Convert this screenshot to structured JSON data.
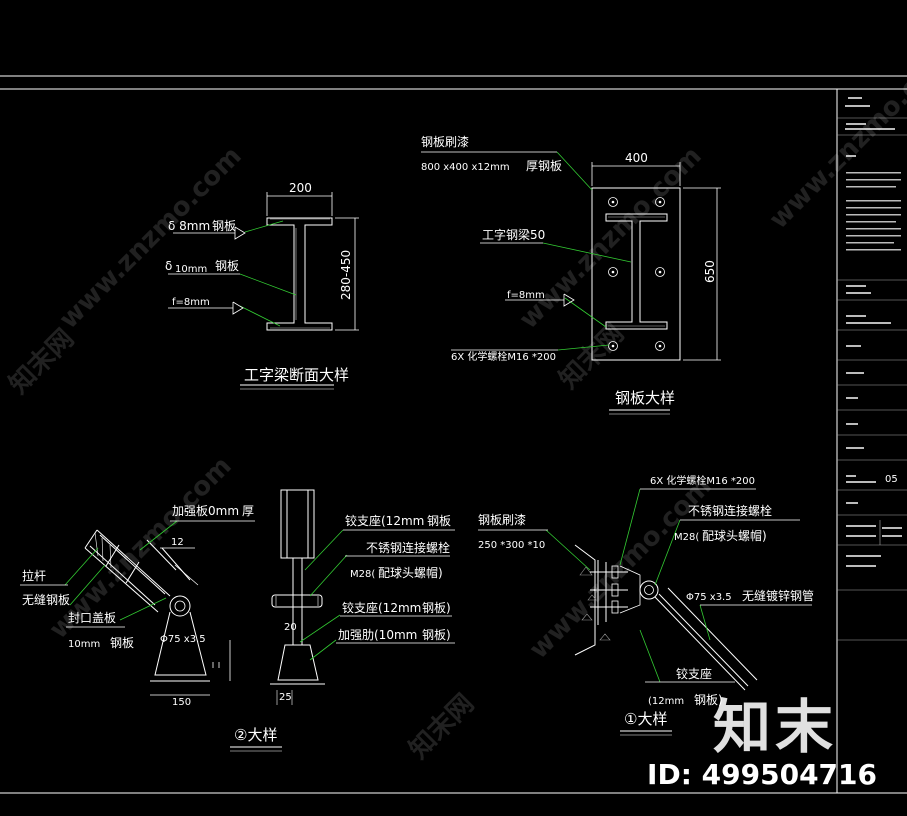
{
  "watermarks": {
    "site": "www.znzmo.com",
    "cn": "知末网"
  },
  "brand": {
    "logo_text": "知末",
    "image_id": "ID: 499504716"
  },
  "ibeam": {
    "title": "工字梁断面大样",
    "width_dim": "200",
    "height_dim": "280-450",
    "label1_a": "δ 8mm",
    "label1_b": "钢板",
    "label2_a": "δ",
    "label2_b": "10mm",
    "label2_c": "钢板",
    "label3": "f=8mm"
  },
  "plate": {
    "title": "钢板大样",
    "width_dim": "400",
    "height_dim": "650",
    "paint_label": "钢板刷漆",
    "size_label": "800 x400 x12mm",
    "thick_label": "厚钢板",
    "beam_label": "工字钢梁50",
    "weld_label": "f=8mm",
    "bolt_label": "6X 化学螺栓M16 *200"
  },
  "detail2": {
    "title": "②大样",
    "stiff_a": "加强板0mm",
    "stiff_b": "厚",
    "rod_label": "拉杆",
    "pipe_label": "无缝钢板",
    "cap_label": "封口盖板",
    "cap_thick": "10mm",
    "cap_mat": "钢板",
    "pipe_dim": "Φ75 x3.5",
    "dim_150": "150",
    "seat_a": "铰支座(12mm",
    "seat_b": "钢板",
    "bolt_a": "不锈钢连接螺栓",
    "bolt_b": "M28(",
    "bolt_c": "配球头螺帽)",
    "seat2_a": "铰支座(12mm",
    "seat2_b": "钢板)",
    "rib_a": "加强肋(10mm",
    "rib_b": "钢板)",
    "dim_20": "20",
    "dim_25": "25",
    "dim_12": "12"
  },
  "detail1": {
    "title": "①大样",
    "bolt_top": "6X 化学螺栓M16 *200",
    "paint_label": "钢板刷漆",
    "size_label": "250 *300 *10",
    "bolt_a": "不锈钢连接螺栓",
    "bolt_b": "M28(",
    "bolt_c": "配球头螺帽)",
    "pipe_dim": "Φ75 x3.5",
    "pipe_label": "无缝镀锌钢管",
    "seat_a": "铰支座",
    "seat_b": "(12mm",
    "seat_c": "钢板)"
  },
  "title_block": {
    "sheet_no": "05"
  }
}
